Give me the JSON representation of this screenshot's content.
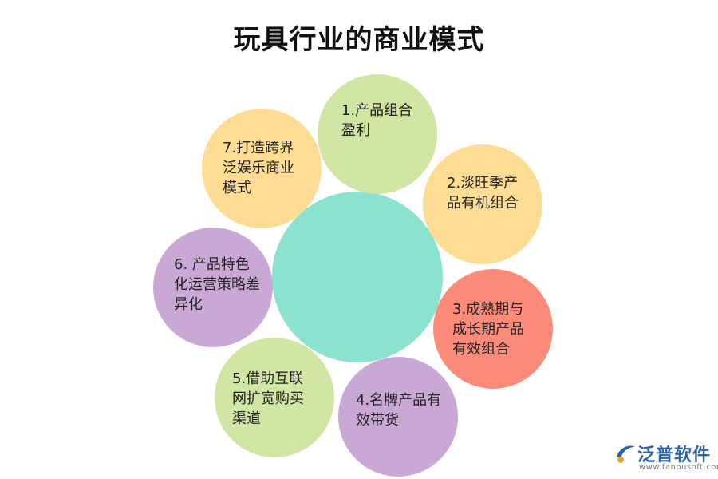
{
  "title": "玩具行业的商业模式",
  "center": {
    "color": "#8be2cf"
  },
  "nodes": [
    {
      "id": "1",
      "label": "1.产品组合盈利",
      "color": "#d1e6a5"
    },
    {
      "id": "2",
      "label": "2.淡旺季产品有机组合",
      "color": "#ffdc93"
    },
    {
      "id": "3",
      "label": "3.成熟期与成长期产品有效组合",
      "color": "#fc8b7a"
    },
    {
      "id": "4",
      "label": "4.名牌产品有效带货",
      "color": "#caa8d6"
    },
    {
      "id": "5",
      "label": "5.借助互联网扩宽购买渠道",
      "color": "#d1e6a5"
    },
    {
      "id": "6",
      "label": "6. 产品特色化运营策略差异化",
      "color": "#caa8d6"
    },
    {
      "id": "7",
      "label": "7.打造跨界泛娱乐商业模式",
      "color": "#ffdc93"
    }
  ],
  "logo": {
    "name": "泛普软件",
    "url": "www.fanpusoft.com",
    "mark_color": "#2f63a6",
    "accent_color": "#e9a23b"
  }
}
